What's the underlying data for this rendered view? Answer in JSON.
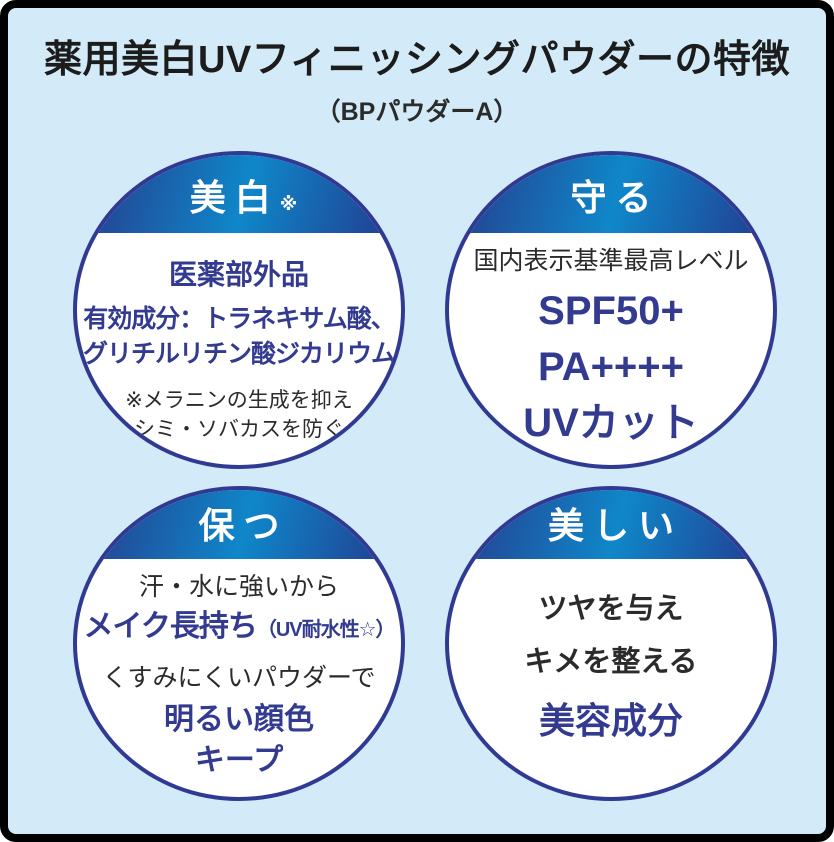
{
  "header": {
    "title": "薬用美白UVフィニッシングパウダーの特徴",
    "subtitle": "（BPパウダーA）"
  },
  "colors": {
    "background": "#d3ebf8",
    "frame_border": "#000000",
    "circle_border": "#313a92",
    "cap_gradient_dark": "#27388a",
    "cap_gradient_light": "#0f87c9",
    "navy_text": "#333b90",
    "dark_text": "#2b2b2b",
    "cap_text": "#ffffff"
  },
  "circles": [
    {
      "id": "whitening",
      "cap": "美白",
      "cap_note": "※",
      "lines": [
        {
          "text": "医薬部外品"
        },
        {
          "text": "有効成分：トラネキサム酸、"
        },
        {
          "text": "グリチルリチン酸ジカリウム"
        },
        {
          "text": "※メラニンの生成を抑え"
        },
        {
          "text": "シミ・ソバカスを防ぐ"
        }
      ]
    },
    {
      "id": "protect",
      "cap": "守る",
      "lines": [
        {
          "text": "国内表示基準最高レベル"
        },
        {
          "text": "SPF50+"
        },
        {
          "text": "PA++++"
        },
        {
          "text": "UVカット"
        }
      ]
    },
    {
      "id": "keep",
      "cap": "保つ",
      "lines": [
        {
          "text": "汗・水に強いから"
        },
        {
          "text": "メイク長持ち",
          "suffix": "（UV耐水性☆）"
        },
        {
          "text": "くすみにくいパウダーで"
        },
        {
          "text": "明るい顔色"
        },
        {
          "text": "キープ"
        }
      ]
    },
    {
      "id": "beautiful",
      "cap": "美しい",
      "lines": [
        {
          "text": "ツヤを与え"
        },
        {
          "text": "キメを整える"
        },
        {
          "text": "美容成分"
        }
      ]
    }
  ]
}
